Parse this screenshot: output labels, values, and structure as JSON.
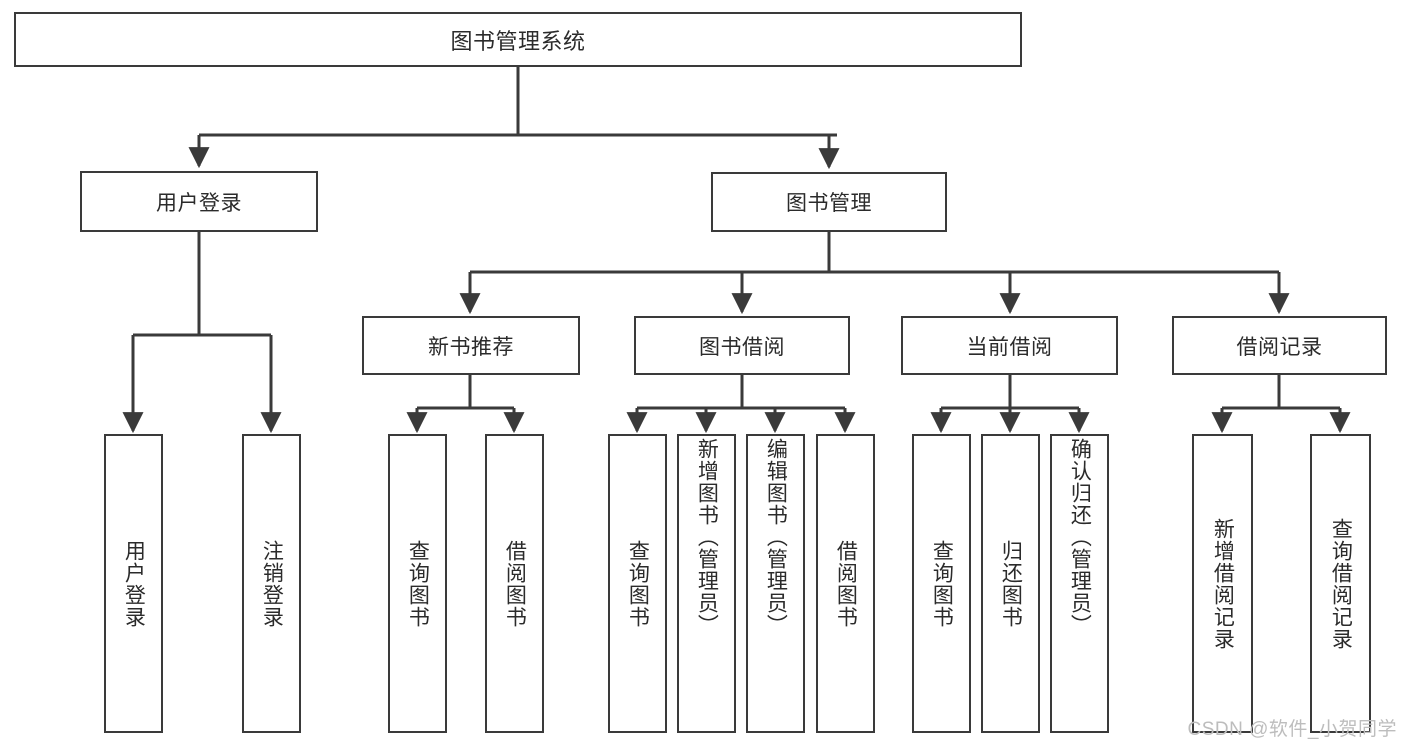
{
  "diagram": {
    "title": "图书管理系统",
    "stroke_color": "#3a3a3a",
    "text_color": "#2b2b2b",
    "background": "#ffffff",
    "nodes": {
      "root": {
        "label": "图书管理系统"
      },
      "level1": [
        {
          "id": "user-login",
          "label": "用户登录"
        },
        {
          "id": "book-management",
          "label": "图书管理"
        }
      ],
      "level2": [
        {
          "id": "new-book-recommend",
          "label": "新书推荐"
        },
        {
          "id": "book-borrow",
          "label": "图书借阅"
        },
        {
          "id": "current-borrow",
          "label": "当前借阅"
        },
        {
          "id": "borrow-record",
          "label": "借阅记录"
        }
      ],
      "leaves": [
        {
          "id": "leaf-user-login",
          "label": "用户登录",
          "parent": "user-login"
        },
        {
          "id": "leaf-logout",
          "label": "注销登录",
          "parent": "user-login"
        },
        {
          "id": "leaf-query-book-1",
          "label": "查询图书",
          "parent": "new-book-recommend"
        },
        {
          "id": "leaf-borrow-book-1",
          "label": "借阅图书",
          "parent": "new-book-recommend"
        },
        {
          "id": "leaf-query-book-2",
          "label": "查询图书",
          "parent": "book-borrow"
        },
        {
          "id": "leaf-add-book",
          "label": "新增图书（管理员）",
          "parent": "book-borrow"
        },
        {
          "id": "leaf-edit-book",
          "label": "编辑图书（管理员）",
          "parent": "book-borrow"
        },
        {
          "id": "leaf-borrow-book-2",
          "label": "借阅图书",
          "parent": "book-borrow"
        },
        {
          "id": "leaf-query-book-3",
          "label": "查询图书",
          "parent": "current-borrow"
        },
        {
          "id": "leaf-return-book",
          "label": "归还图书",
          "parent": "current-borrow"
        },
        {
          "id": "leaf-confirm-return",
          "label": "确认归还（管理员）",
          "parent": "current-borrow"
        },
        {
          "id": "leaf-add-record",
          "label": "新增借阅记录",
          "parent": "borrow-record"
        },
        {
          "id": "leaf-query-record",
          "label": "查询借阅记录",
          "parent": "borrow-record"
        }
      ]
    }
  },
  "watermark": {
    "text": "CSDN @软件_小贺同学"
  }
}
